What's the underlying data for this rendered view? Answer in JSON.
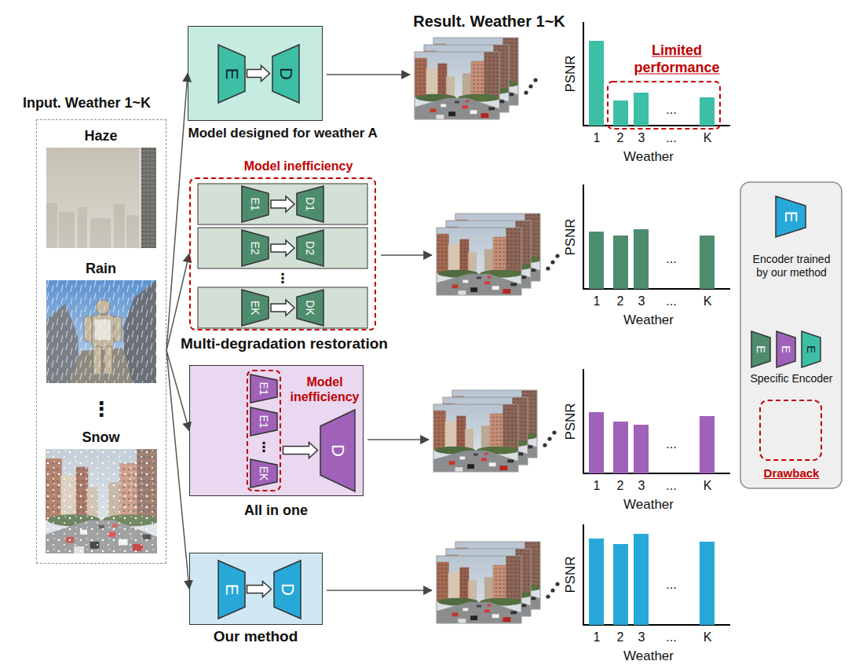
{
  "diagram": {
    "nodes": [
      {
        "text": [
          "Input. Weather 1~K"
        ]
      },
      {
        "text": [
          "Haze"
        ],
        "in": 0
      },
      {
        "text": [
          "Rain"
        ],
        "in": 0
      },
      {
        "text": [
          "Snow"
        ],
        "in": 0
      },
      {
        "text": [
          "Model designed for weather A"
        ]
      },
      {
        "text": [
          "E"
        ],
        "in": 4
      },
      {
        "text": [
          "D"
        ],
        "in": 4
      },
      {
        "text": [
          "Model inefficiency",
          "Multi-degradation restoration"
        ]
      },
      {
        "text": [
          "E1"
        ],
        "in": 7
      },
      {
        "text": [
          "D1"
        ],
        "in": 7
      },
      {
        "text": [
          "E2"
        ],
        "in": 7
      },
      {
        "text": [
          "D2"
        ],
        "in": 7
      },
      {
        "text": [
          "EK"
        ],
        "in": 7
      },
      {
        "text": [
          "DK"
        ],
        "in": 7
      },
      {
        "text": [
          "All in one"
        ]
      },
      {
        "text": [
          "Model inefficiency"
        ],
        "in": 14
      },
      {
        "text": [
          "E1"
        ],
        "in": 15
      },
      {
        "text": [
          "E1"
        ],
        "in": 15
      },
      {
        "text": [
          "EK"
        ],
        "in": 15
      },
      {
        "text": [
          "D"
        ],
        "in": 14
      },
      {
        "text": [
          "Our method"
        ]
      },
      {
        "text": [
          "E"
        ],
        "in": 20
      },
      {
        "text": [
          "D"
        ],
        "in": 20
      }
    ],
    "edges": [
      {
        "from": 0,
        "to": 4,
        "arrow": "to"
      },
      {
        "from": 0,
        "to": 7,
        "arrow": "to"
      },
      {
        "from": 0,
        "to": 14,
        "arrow": "to"
      },
      {
        "from": 0,
        "to": 20,
        "arrow": "to"
      },
      {
        "from": 5,
        "to": 6,
        "arrow": "to"
      },
      {
        "from": 8,
        "to": 9,
        "arrow": "to"
      },
      {
        "from": 10,
        "to": 11,
        "arrow": "to"
      },
      {
        "from": 12,
        "to": 13,
        "arrow": "to"
      },
      {
        "from": 15,
        "to": 19,
        "arrow": "to"
      },
      {
        "from": 21,
        "to": 22,
        "arrow": "to"
      }
    ],
    "labels": [
      "Result. Weather 1~K",
      "⋮",
      "⋮",
      "⋮",
      "Limited performance",
      "PSNR",
      "1",
      "2",
      "3",
      "...",
      "K",
      "Weather",
      "...",
      "PSNR",
      "1",
      "2",
      "3",
      "...",
      "K",
      "Weather",
      "...",
      "PSNR",
      "1",
      "2",
      "3",
      "...",
      "K",
      "Weather",
      "...",
      "PSNR",
      "1",
      "2",
      "3",
      "...",
      "K",
      "Weather",
      "...",
      "E",
      "E",
      "E",
      "E"
    ],
    "legend": [
      {
        "text": "Encoder trained by our method"
      },
      {
        "text": "Specific Encoder"
      },
      {
        "text": "Drawback"
      }
    ]
  }
}
